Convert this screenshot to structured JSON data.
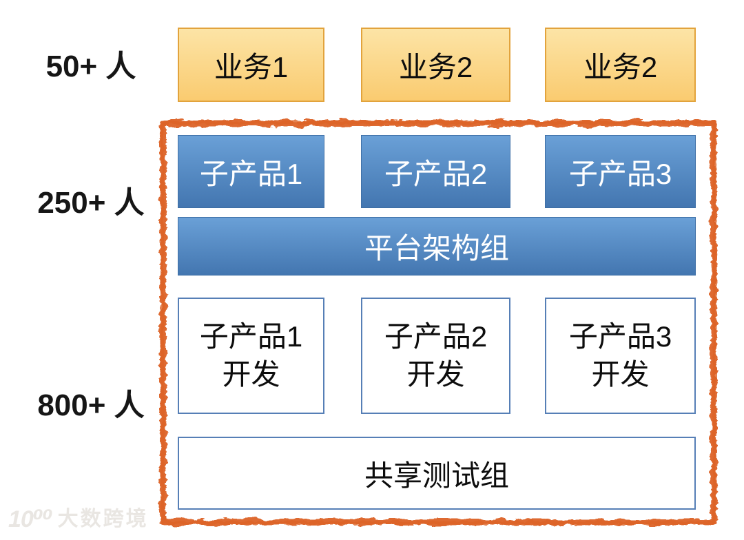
{
  "diagram": {
    "headcount_labels": [
      {
        "text": "50+ 人"
      },
      {
        "text": "250+ 人"
      },
      {
        "text": "800+ 人"
      }
    ],
    "business_row": {
      "boxes": [
        {
          "label": "业务1"
        },
        {
          "label": "业务2"
        },
        {
          "label": "业务2"
        }
      ]
    },
    "product_row": {
      "boxes": [
        {
          "label": "子产品1"
        },
        {
          "label": "子产品2"
        },
        {
          "label": "子产品3"
        }
      ]
    },
    "platform_bar": {
      "label": "平台架构组"
    },
    "dev_row": {
      "boxes": [
        {
          "line1": "子产品1",
          "line2": "开发"
        },
        {
          "line1": "子产品2",
          "line2": "开发"
        },
        {
          "line1": "子产品3",
          "line2": "开发"
        }
      ]
    },
    "shared_test_bar": {
      "label": "共享测试组"
    }
  },
  "watermark": {
    "logo": "10⁰⁰",
    "brand": "大数跨境"
  },
  "colors": {
    "business_fill_top": "#FCE4A6",
    "business_fill_bottom": "#FACB70",
    "business_border": "#E2A33C",
    "product_fill_top": "#6AA0D7",
    "product_fill_bottom": "#4376B0",
    "product_border": "#3E6FA6",
    "dev_border": "#567FB6",
    "marker_orange": "#DD6428",
    "watermark_gray": "#E9E6E2"
  }
}
